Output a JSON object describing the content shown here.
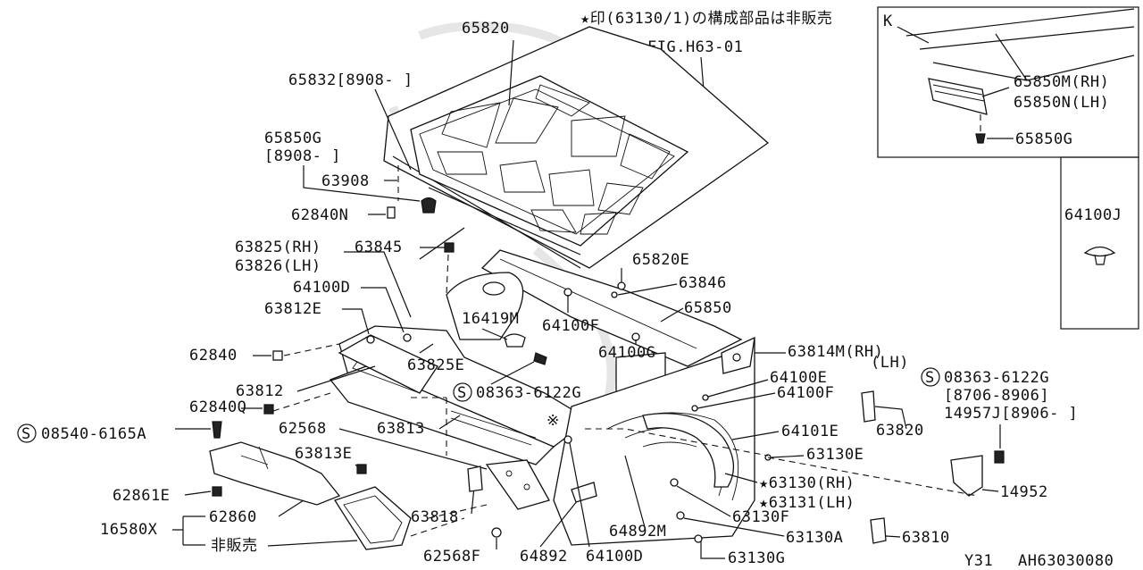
{
  "header": {
    "note": "★印(63130/1)の構成部品は非販売",
    "fig": "FIG.H63-01"
  },
  "inset_k": {
    "letter": "K",
    "part_rh": "65850M(RH)",
    "part_lh": "65850N(LH)",
    "clip": "65850G"
  },
  "inset_64100j": {
    "part": "64100J"
  },
  "callouts": {
    "p65820": "65820",
    "p65832": "65832[8908-  ]",
    "p65850g": "65850G",
    "p65850g_date": "[8908-  ]",
    "p63908": "63908",
    "p62840n": "62840N",
    "p63825": "63825(RH)",
    "p63845": "63845",
    "p63826": "63826(LH)",
    "p64100d_top": "64100D",
    "p63812e": "63812E",
    "p16419m": "16419M",
    "p64100f_c": "64100F",
    "p65820e": "65820E",
    "p63846": "63846",
    "p65850": "65850",
    "p62840": "62840",
    "p63825e": "63825E",
    "p64100g": "64100G",
    "p63814m": "63814M(RH)",
    "p63814m_lh": "(LH)",
    "p64100e": "64100E",
    "p64100f_r": "64100F",
    "p63812": "63812",
    "p08363_mid": "08363-6122G",
    "p08363_right": "08363-6122G",
    "p08363_date1": "[8706-8906]",
    "p14957j": "14957J[8906-  ]",
    "p62840q": "62840Q",
    "p62568": "62568",
    "p63813": "63813",
    "p63820": "63820",
    "p64101e": "64101E",
    "p08540": "08540-6165A",
    "p63813e": "63813E",
    "p63130e": "63130E",
    "p62861e": "62861E",
    "p63130": "★63130(RH)",
    "p63131": "★63131(LH)",
    "p14952": "14952",
    "p62860": "62860",
    "p63818": "63818",
    "p63130f": "63130F",
    "p16580x": "16580X",
    "p64892m": "64892M",
    "p63130a": "63130A",
    "p63810": "63810",
    "p_hanbai": "非販売",
    "p62568f": "62568F",
    "p64892": "64892",
    "p64100d_bot": "64100D",
    "p63130g": "63130G",
    "s_symbol": "S"
  },
  "footer": {
    "model": "Y31",
    "code": "AH63030080"
  }
}
